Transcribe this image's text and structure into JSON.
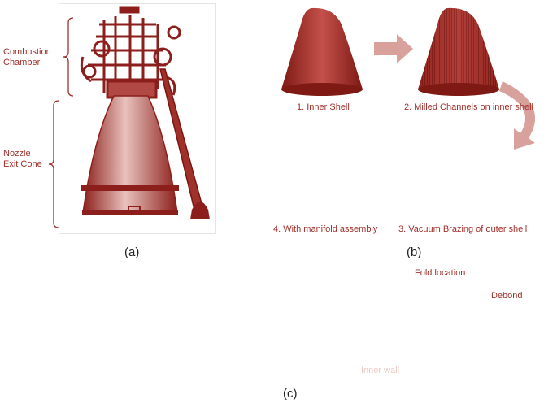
{
  "panel_a": {
    "caption": "(a)",
    "combustion_label": "Combustion\nChamber",
    "nozzle_label": "Nozzle\nExit Cone"
  },
  "panel_b": {
    "caption": "(b)",
    "steps": [
      {
        "label": "1. Inner Shell"
      },
      {
        "label": "2. Milled Channels on inner shell"
      },
      {
        "label": "3. Vacuum Brazing of outer shell"
      },
      {
        "label": "4. With manifold assembly"
      }
    ]
  },
  "panel_c": {
    "caption": "(c)",
    "fold_label": "Fold location",
    "debond_label": "Debond",
    "inner_wall_label": "Inner wall"
  },
  "colors": {
    "accent": "#a0302a",
    "arrow": "#d8a19c",
    "dark_red": "#8c1f1b"
  }
}
